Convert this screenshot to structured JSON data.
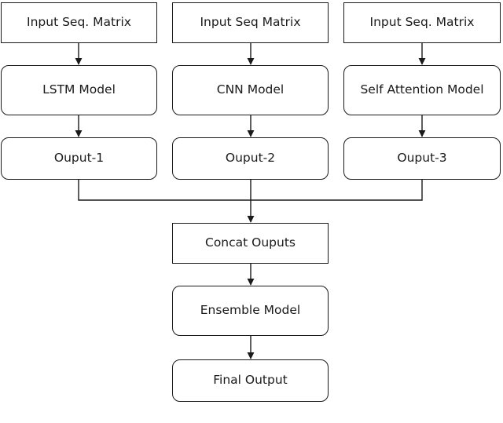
{
  "nodes": {
    "input_1": "Input Seq. Matrix",
    "input_2": "Input Seq Matrix",
    "input_3": "Input Seq. Matrix",
    "model_1": "LSTM Model",
    "model_2": "CNN Model",
    "model_3": "Self Attention Model",
    "output_1": "Ouput-1",
    "output_2": "Ouput-2",
    "output_3": "Ouput-3",
    "concat": "Concat Ouputs",
    "ensemble": "Ensemble Model",
    "final": "Final Output"
  },
  "edges": [
    [
      "input_1",
      "model_1"
    ],
    [
      "input_2",
      "model_2"
    ],
    [
      "input_3",
      "model_3"
    ],
    [
      "model_1",
      "output_1"
    ],
    [
      "model_2",
      "output_2"
    ],
    [
      "model_3",
      "output_3"
    ],
    [
      "output_1",
      "concat"
    ],
    [
      "output_2",
      "concat"
    ],
    [
      "output_3",
      "concat"
    ],
    [
      "concat",
      "ensemble"
    ],
    [
      "ensemble",
      "final"
    ]
  ],
  "colors": {
    "line": "#1a1a1a",
    "box_fill": "#ffffff"
  }
}
